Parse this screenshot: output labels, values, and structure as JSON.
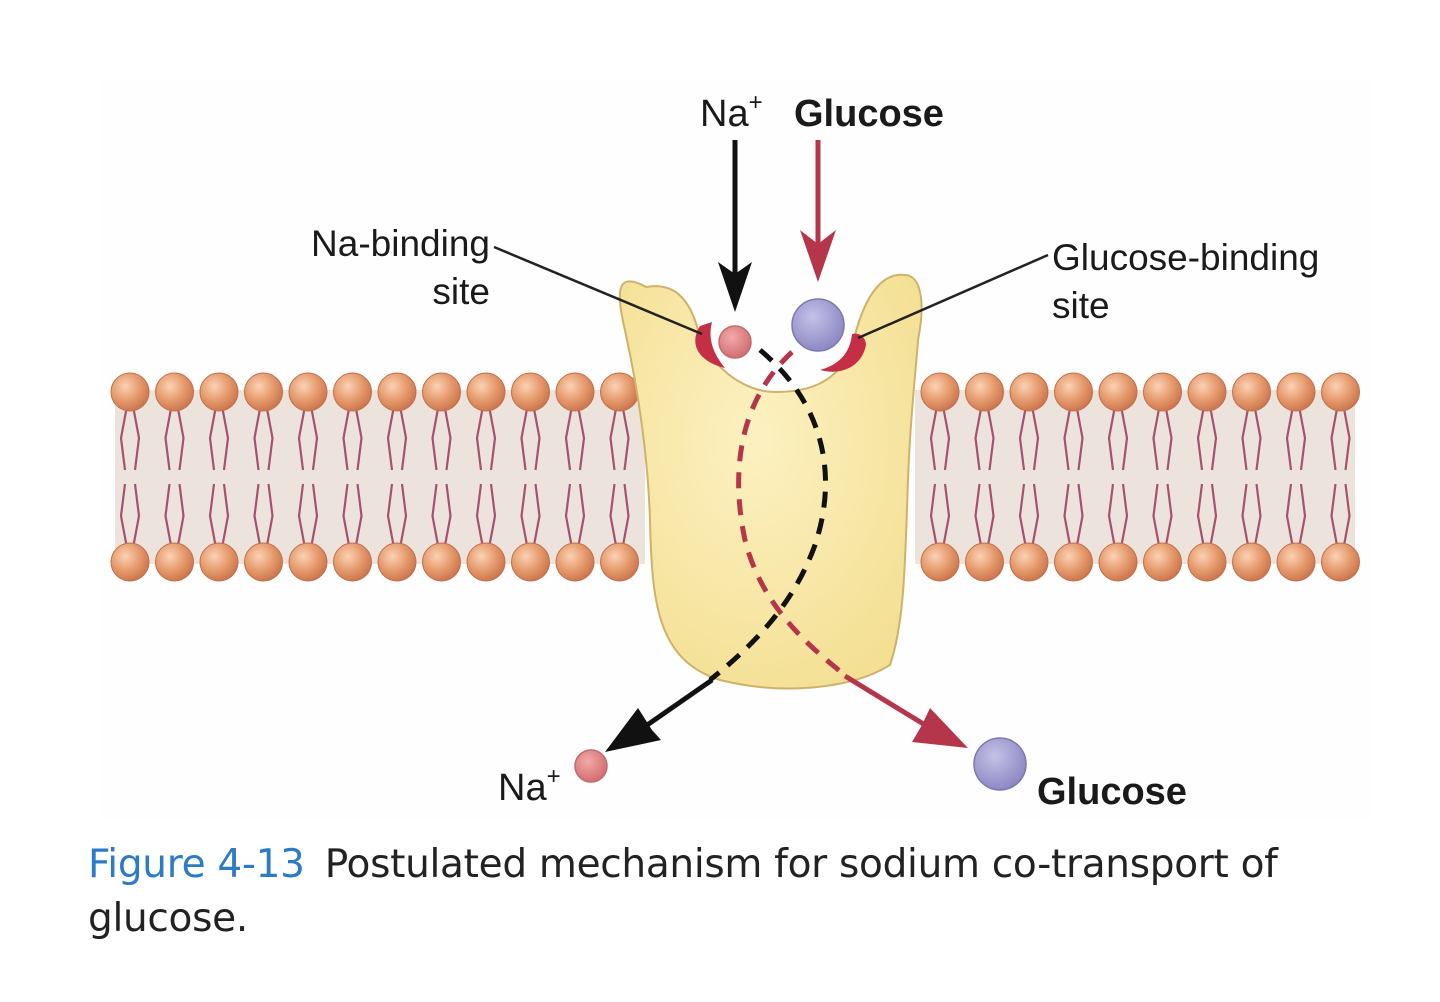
{
  "labels": {
    "top_na": "Na",
    "top_na_charge": "+",
    "top_glucose": "Glucose",
    "na_site_line1": "Na-binding",
    "na_site_line2": "site",
    "glucose_site_line1": "Glucose-binding",
    "glucose_site_line2": "site",
    "bottom_na": "Na",
    "bottom_na_charge": "+",
    "bottom_glucose": "Glucose"
  },
  "caption": {
    "figure_number": "Figure 4-13",
    "text": "Postulated mechanism for sodium co-transport of glucose."
  },
  "colors": {
    "sodium_path": "#111111",
    "glucose_path": "#b5364a",
    "carrier_protein": "#f8e8a4",
    "sodium_ion": "#d9787a",
    "glucose_molecule": "#9c98cc",
    "phospholipid_head": "#e39a70",
    "binding_site": "#c42f45",
    "caption_accent": "#2d7bc4"
  }
}
